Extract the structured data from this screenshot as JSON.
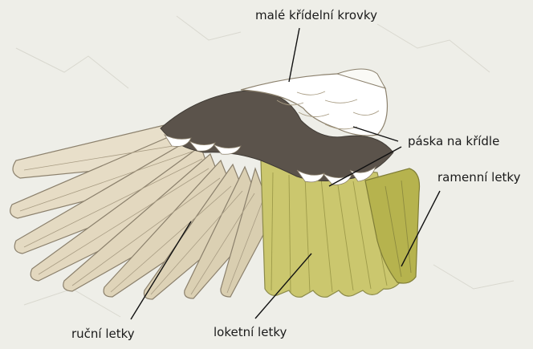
{
  "labels": {
    "lesser_coverts": "malé křídelní krovky",
    "wing_bar": "páska na křídle",
    "tertials": "ramenní letky",
    "primaries": "ruční letky",
    "secondaries": "loketní letky"
  },
  "colors": {
    "background": "#eeeee8",
    "primaries_fill": "#e6dcc6",
    "secondaries_fill": "#c9c56a",
    "tertials_fill": "#b3b04a",
    "wing_bar_fill": "#585049",
    "coverts_fill": "#ffffff",
    "outline": "#8b806c",
    "leader_line": "#111111"
  }
}
